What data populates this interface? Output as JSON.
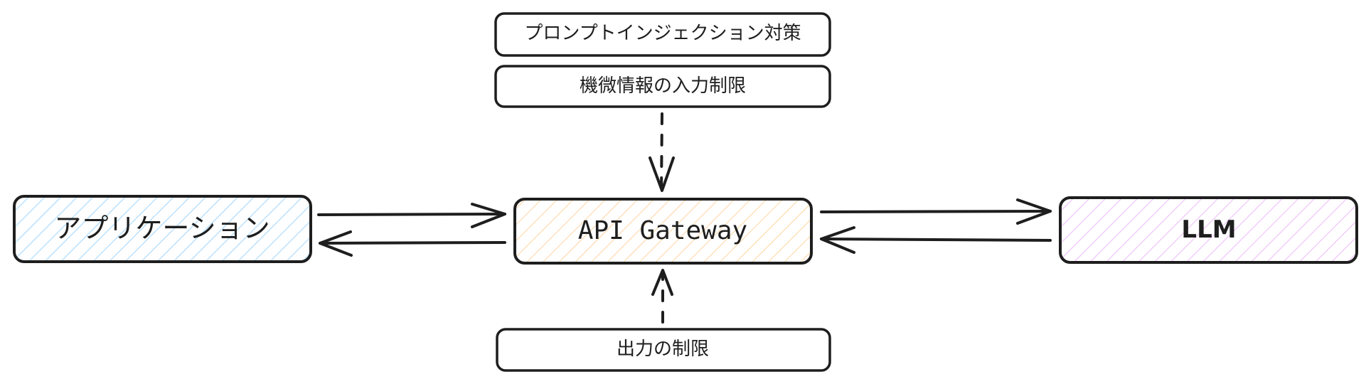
{
  "diagram": {
    "title": "",
    "colors": {
      "stroke": "#1e1e1e",
      "application_fill": "#a5d8ff",
      "gateway_fill": "#ffd8a8",
      "llm_fill": "#eebefa",
      "background": "#ffffff"
    },
    "nodes": {
      "prompt_injection": {
        "label": "プロンプトインジェクション対策"
      },
      "sensitive_input": {
        "label": "機微情報の入力制限"
      },
      "application": {
        "label": "アプリケーション"
      },
      "api_gateway": {
        "label": "API Gateway"
      },
      "llm": {
        "label": "LLM"
      },
      "output_limit": {
        "label": "出力の制限"
      }
    },
    "edges": [
      {
        "from": "application",
        "to": "api_gateway",
        "style": "solid"
      },
      {
        "from": "api_gateway",
        "to": "application",
        "style": "solid"
      },
      {
        "from": "api_gateway",
        "to": "llm",
        "style": "solid"
      },
      {
        "from": "llm",
        "to": "api_gateway",
        "style": "solid"
      },
      {
        "from": "sensitive_input",
        "to": "api_gateway",
        "style": "dashed"
      },
      {
        "from": "output_limit",
        "to": "api_gateway",
        "style": "dashed"
      }
    ]
  }
}
